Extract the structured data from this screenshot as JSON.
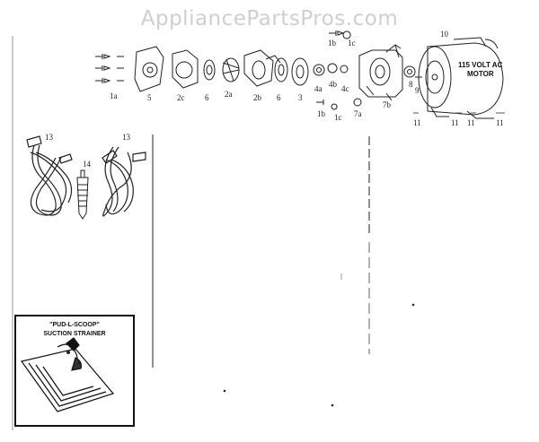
{
  "watermark": "AppliancePartsPros.com",
  "labels": {
    "l1a": "1a",
    "l5": "5",
    "l2c": "2c",
    "l6a": "6",
    "l2a": "2a",
    "l2b": "2b",
    "l6b": "6",
    "l3": "3",
    "l4a": "4a",
    "l4b": "4b",
    "l4c": "4c",
    "l1b_top": "1b",
    "l1c_top": "1c",
    "l1b_bot": "1b",
    "l1c_bot": "1c",
    "l7a": "7a",
    "l7b": "7b",
    "l8": "8",
    "l9": "9",
    "l10": "10",
    "l11a": "11",
    "l11b": "11",
    "l11c": "11",
    "l11d": "11",
    "l13a": "13",
    "l13b": "13",
    "l14": "14"
  },
  "motor": {
    "line1": "115 VOLT AC",
    "line2": "MOTOR"
  },
  "inset": {
    "title1": "\"PUD-L-SCOOP\"",
    "title2": "SUCTION STRAINER"
  }
}
